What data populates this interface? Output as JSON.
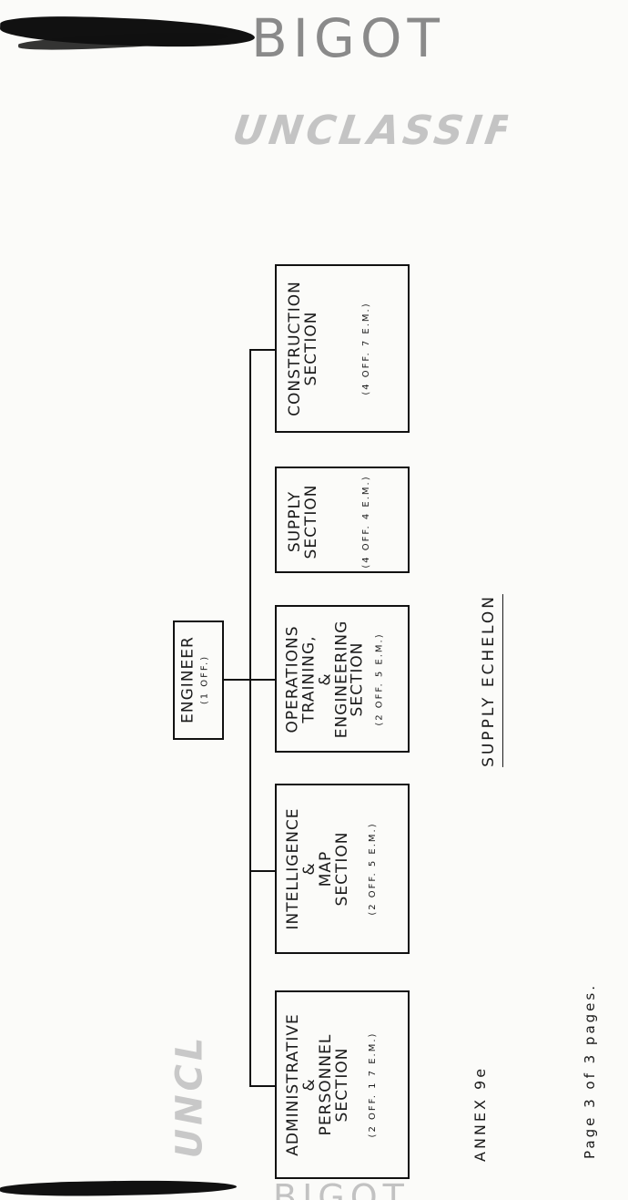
{
  "stamps": {
    "bigot_top": "BIGOT",
    "unclassified_top": "UNCLASSIFIED",
    "unclassified_bottom": "UNCL",
    "bigot_bottom": "BIGOT"
  },
  "chart": {
    "top": {
      "name": "ENGINEER",
      "strength": "(1 OFF.)"
    },
    "sections": [
      {
        "lines": [
          "ADMINISTRATIVE",
          "&",
          "PERSONNEL",
          "SECTION"
        ],
        "strength": "(2 OFF. 1 7 E.M.)"
      },
      {
        "lines": [
          "INTELLIGENCE",
          "&",
          "MAP",
          "SECTION"
        ],
        "strength": "(2 OFF. 5 E.M.)"
      },
      {
        "lines": [
          "OPERATIONS",
          "TRAINING,",
          "&",
          "ENGINEERING",
          "SECTION"
        ],
        "strength": "(2 OFF. 5 E.M.)"
      },
      {
        "lines": [
          "SUPPLY",
          "SECTION"
        ],
        "strength": "(4 OFF. 4 E.M.)"
      },
      {
        "lines": [
          "CONSTRUCTION",
          "SECTION"
        ],
        "strength": "(4 OFF. 7 E.M.)"
      }
    ]
  },
  "caption": "SUPPLY ECHELON",
  "annex": "ANNEX 9e",
  "page": "Page 3 of 3 pages."
}
